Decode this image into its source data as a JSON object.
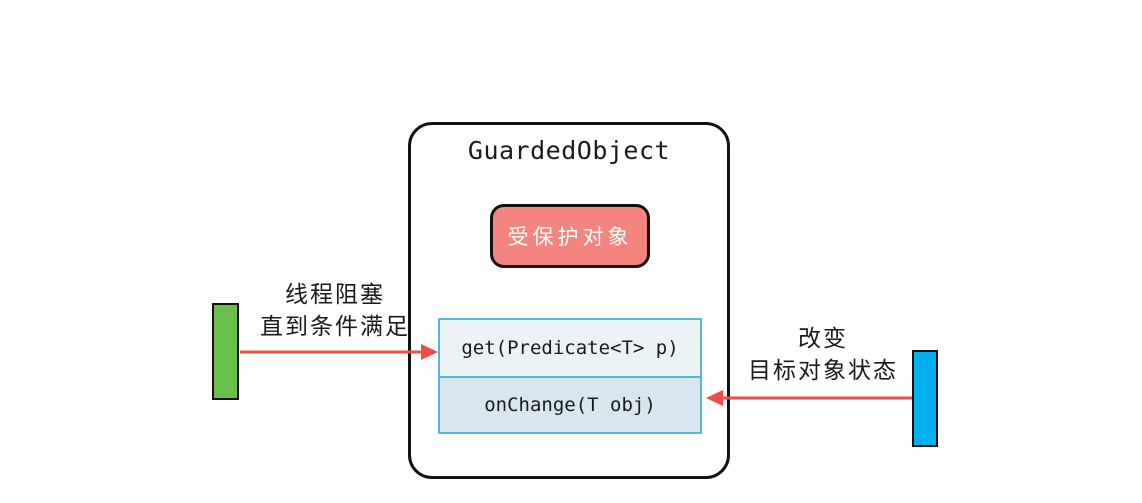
{
  "diagram": {
    "title": "GuardedObject",
    "protected_object": {
      "label": "受保护对象",
      "fill": "#f4847e"
    },
    "methods": [
      {
        "label": "get(Predicate<T> p)"
      },
      {
        "label": "onChange(T obj)"
      }
    ],
    "left_annotation": {
      "line1": "线程阻塞",
      "line2": "直到条件满足"
    },
    "right_annotation": {
      "line1": "改变",
      "line2": "目标对象状态"
    },
    "colors": {
      "arrow_red": "#f14c4c",
      "caller_bar_green": "#6abf4a",
      "changer_bar_blue": "#00b0f0",
      "method_border_cyan": "#55b6d5",
      "get_fill": "#ebf2f6",
      "onchange_fill": "#d8e6ee",
      "outer_border": "#121212"
    }
  }
}
